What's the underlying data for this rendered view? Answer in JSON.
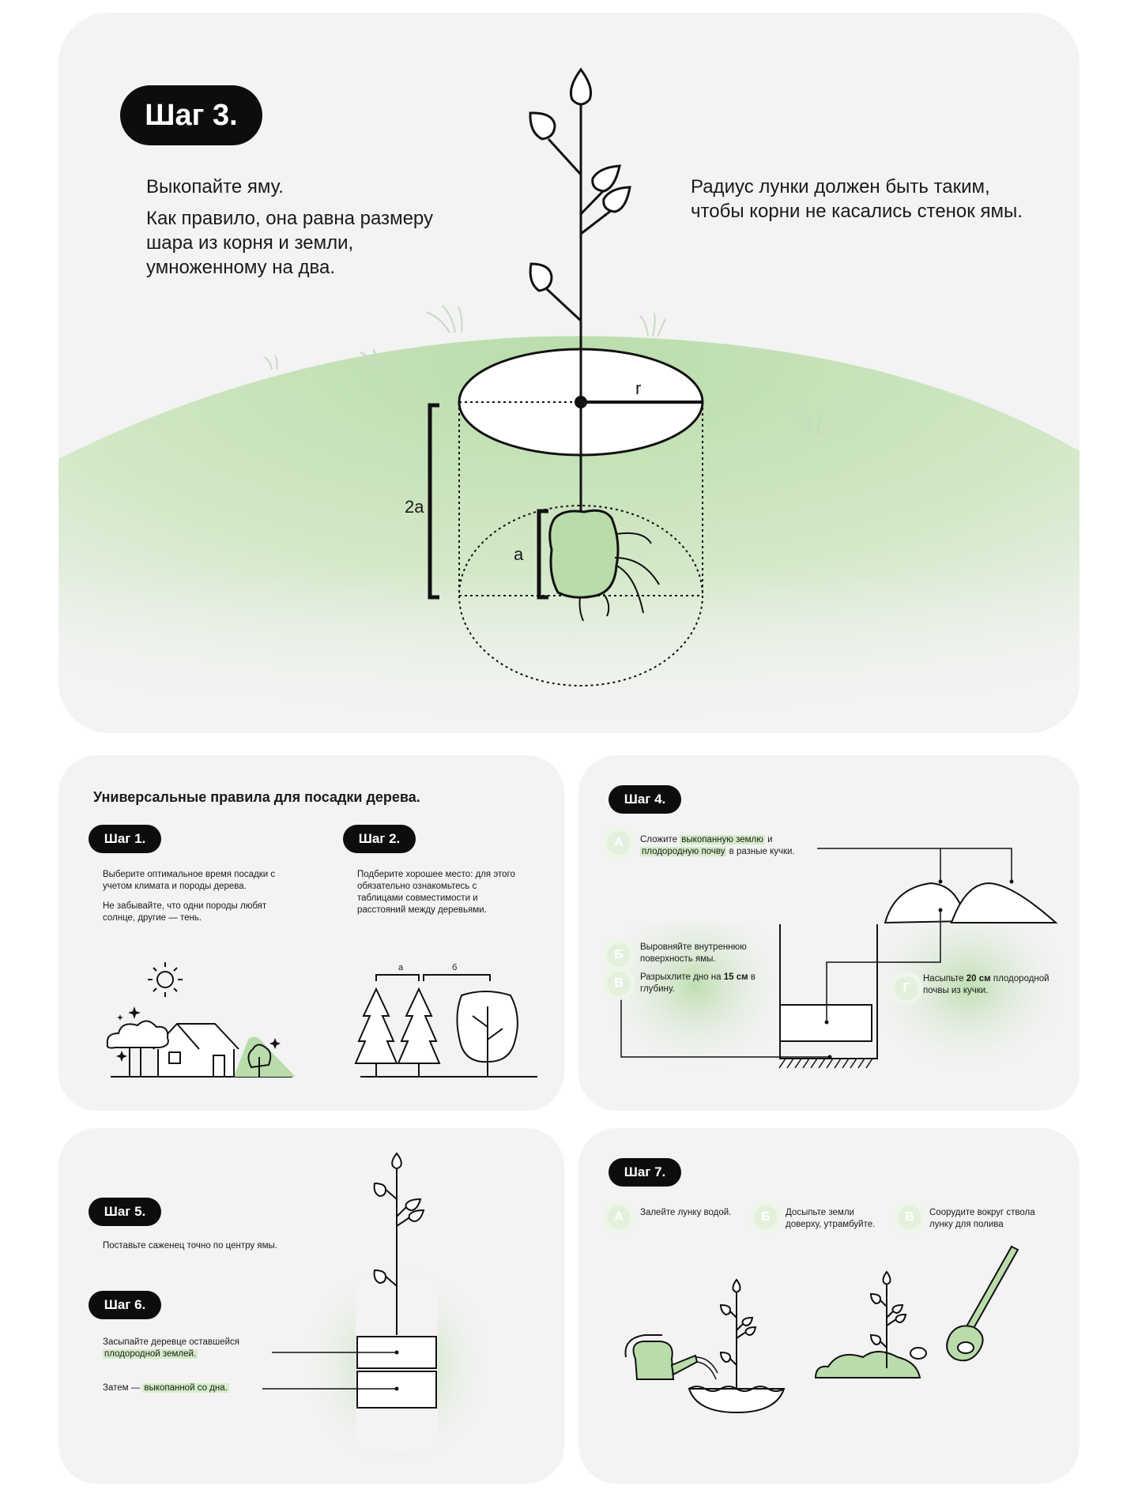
{
  "step3": {
    "badge": "Шаг 3.",
    "p1": "Выкопайте яму.",
    "p2": "Как правило, она равна размеру шара из корня и земли, умноженному на два.",
    "p3": "Радиус лунки должен быть таким, чтобы корни не касались стенок ямы.",
    "label_r": "r",
    "label_2a": "2a",
    "label_a": "a"
  },
  "rules": {
    "title": "Универсальные правила для посадки дерева.",
    "step1": {
      "badge": "Шаг 1.",
      "p1": "Выберите оптимальное время посадки с учетом климата и породы дерева.",
      "p2": "Не забывайте, что одни породы любят солнце, другие — тень."
    },
    "step2": {
      "badge": "Шаг 2.",
      "p1": "Подберите хорошее место: для этого обязательно ознакомьтесь с таблицами совместимости и расстояний между деревьями.",
      "label_a": "а",
      "label_b": "б"
    }
  },
  "step4": {
    "badge": "Шаг 4.",
    "a_letter": "А",
    "a_pre": "Сложите ",
    "a_hl1": "выкопанную землю",
    "a_mid": " и ",
    "a_hl2": "плодородную почву",
    "a_post": " в разные кучки.",
    "b_letter": "Б",
    "b_text": "Выровняйте внутреннюю поверхность ямы.",
    "v_letter": "В",
    "v_pre": "Разрыхлите дно на ",
    "v_bold": "15 см",
    "v_post": " в глубину.",
    "g_letter": "Г",
    "g_pre": "Насыпьте ",
    "g_bold": "20 см",
    "g_post": " плодородной почвы из кучки."
  },
  "step56": {
    "badge5": "Шаг 5.",
    "p5": "Поставьте саженец точно по центру ямы.",
    "badge6": "Шаг 6.",
    "p6_pre": "Засыпайте деревце оставшейся ",
    "p6_hl": "плодородной землей.",
    "p7_pre": "Затем — ",
    "p7_hl": "выкопанной со дна."
  },
  "step7": {
    "badge": "Шаг 7.",
    "a_letter": "А",
    "a_text": "Залейте лунку водой.",
    "b_letter": "Б",
    "b_text": "Досыпьте земли доверху, утрамбуйте.",
    "v_letter": "В",
    "v_text": "Соорудите вокруг ствола лунку для полива"
  },
  "colors": {
    "green": "#b9dcaa",
    "green_light": "#d4ecc9",
    "card_bg": "#f3f3f3",
    "black": "#0d0d0d"
  }
}
